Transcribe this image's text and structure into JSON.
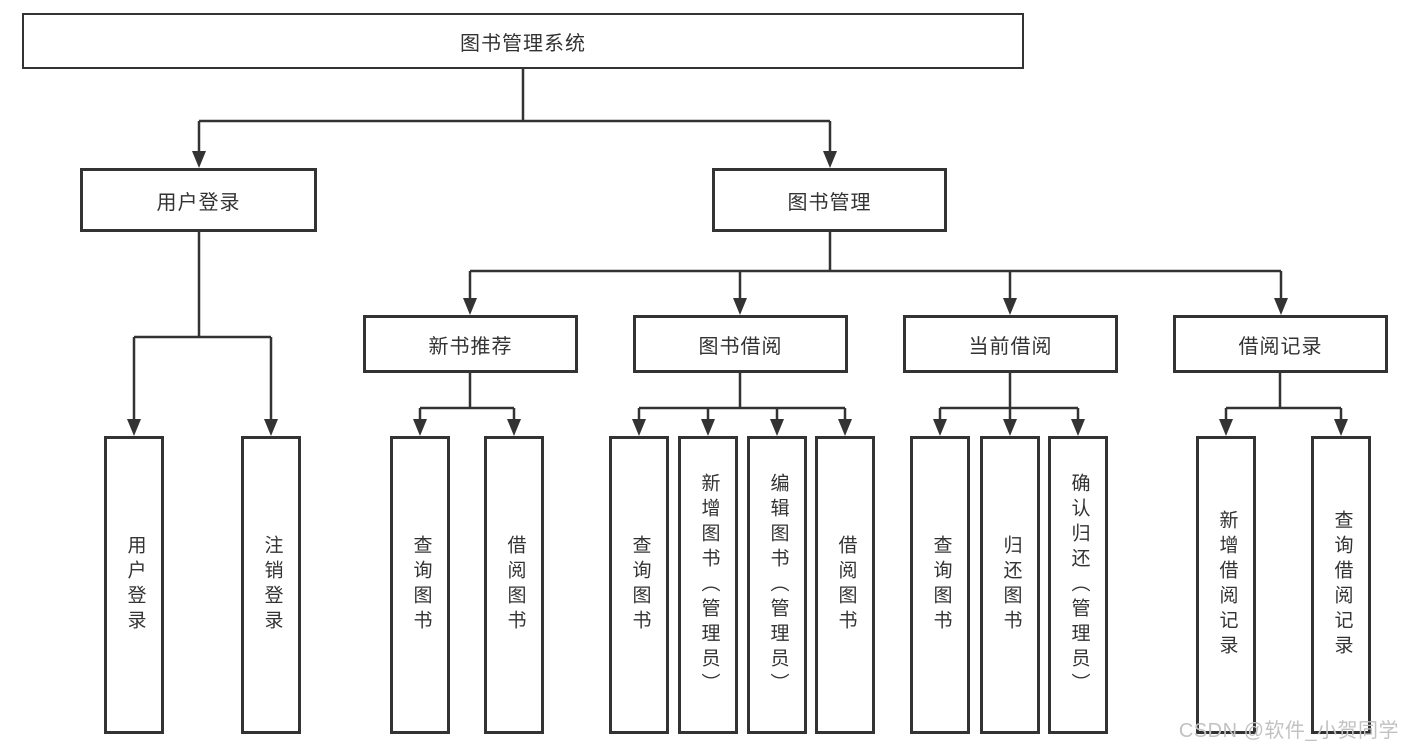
{
  "tree": {
    "root": "图书管理系统",
    "user_login": {
      "label": "用户登录",
      "children": [
        "用户登录",
        "注销登录"
      ]
    },
    "book_management": {
      "label": "图书管理",
      "sections": {
        "new_book_recommend": {
          "label": "新书推荐",
          "children": [
            "查询图书",
            "借阅图书"
          ]
        },
        "book_borrowing": {
          "label": "图书借阅",
          "children": [
            "查询图书",
            "新增图书（管理员）",
            "编辑图书（管理员）",
            "借阅图书"
          ]
        },
        "current_borrowing": {
          "label": "当前借阅",
          "children": [
            "查询图书",
            "归还图书",
            "确认归还（管理员）"
          ]
        },
        "borrowing_records": {
          "label": "借阅记录",
          "children": [
            "新增借阅记录",
            "查询借阅记录"
          ]
        }
      }
    }
  },
  "watermark": "CSDN @软件_小贺同学",
  "colors": {
    "line": "#333333",
    "text": "#333333",
    "box_background": "#ffffff",
    "page_background": "#ffffff",
    "watermark": "#c2c2c2"
  }
}
